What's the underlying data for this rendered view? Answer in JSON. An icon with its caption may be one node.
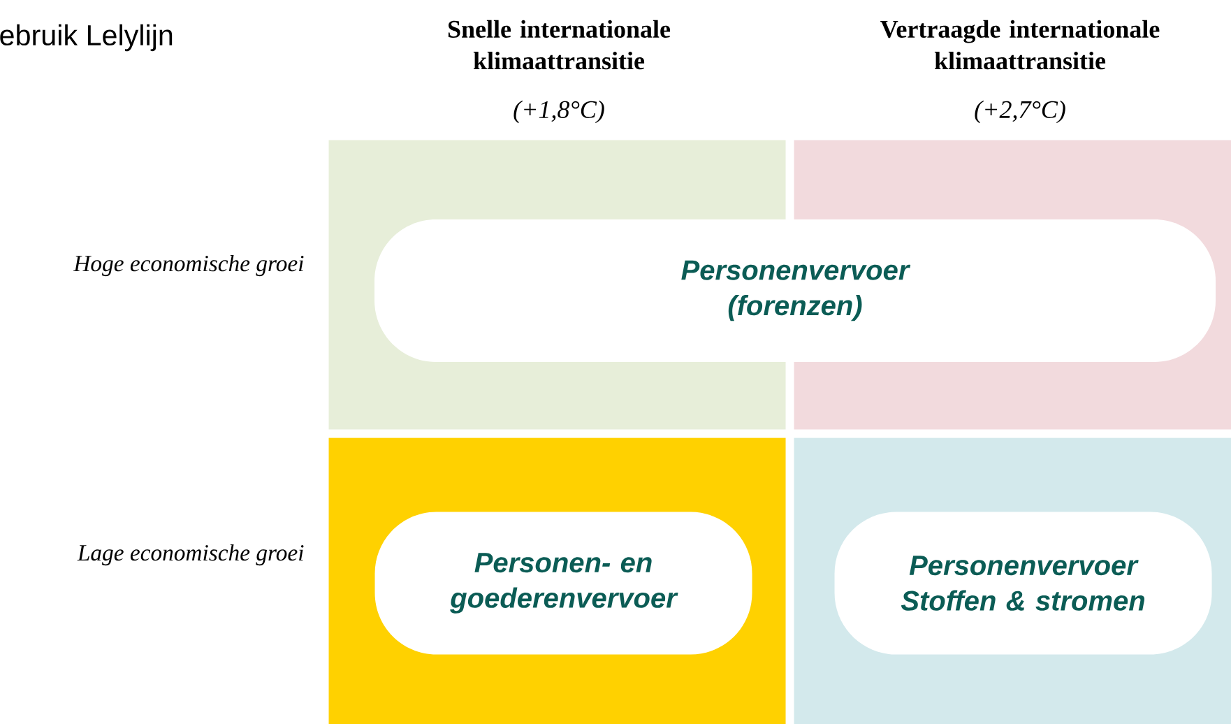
{
  "diagram": {
    "title": "ebruik Lelylijn",
    "nodes": [
      {
        "text": [],
        "shape": "box"
      },
      {
        "text": [],
        "shape": "box"
      },
      {
        "text": [],
        "shape": "box"
      },
      {
        "text": [],
        "shape": "box"
      },
      {
        "text": [
          "Personenvervoer (forenzen)"
        ]
      },
      {
        "text": [
          "Personen- en goederenvervoer"
        ],
        "in": 2
      },
      {
        "text": [
          "Personenvervoer Stoffen & stromen"
        ],
        "in": 3
      }
    ],
    "labels": [
      "Snelle internationale klimaattransitie",
      "Vertraagde internationale klimaattransitie",
      "(+1,8°C)",
      "(+2,7°C)",
      "Hoge economische groei",
      "Lage economische groei"
    ]
  }
}
